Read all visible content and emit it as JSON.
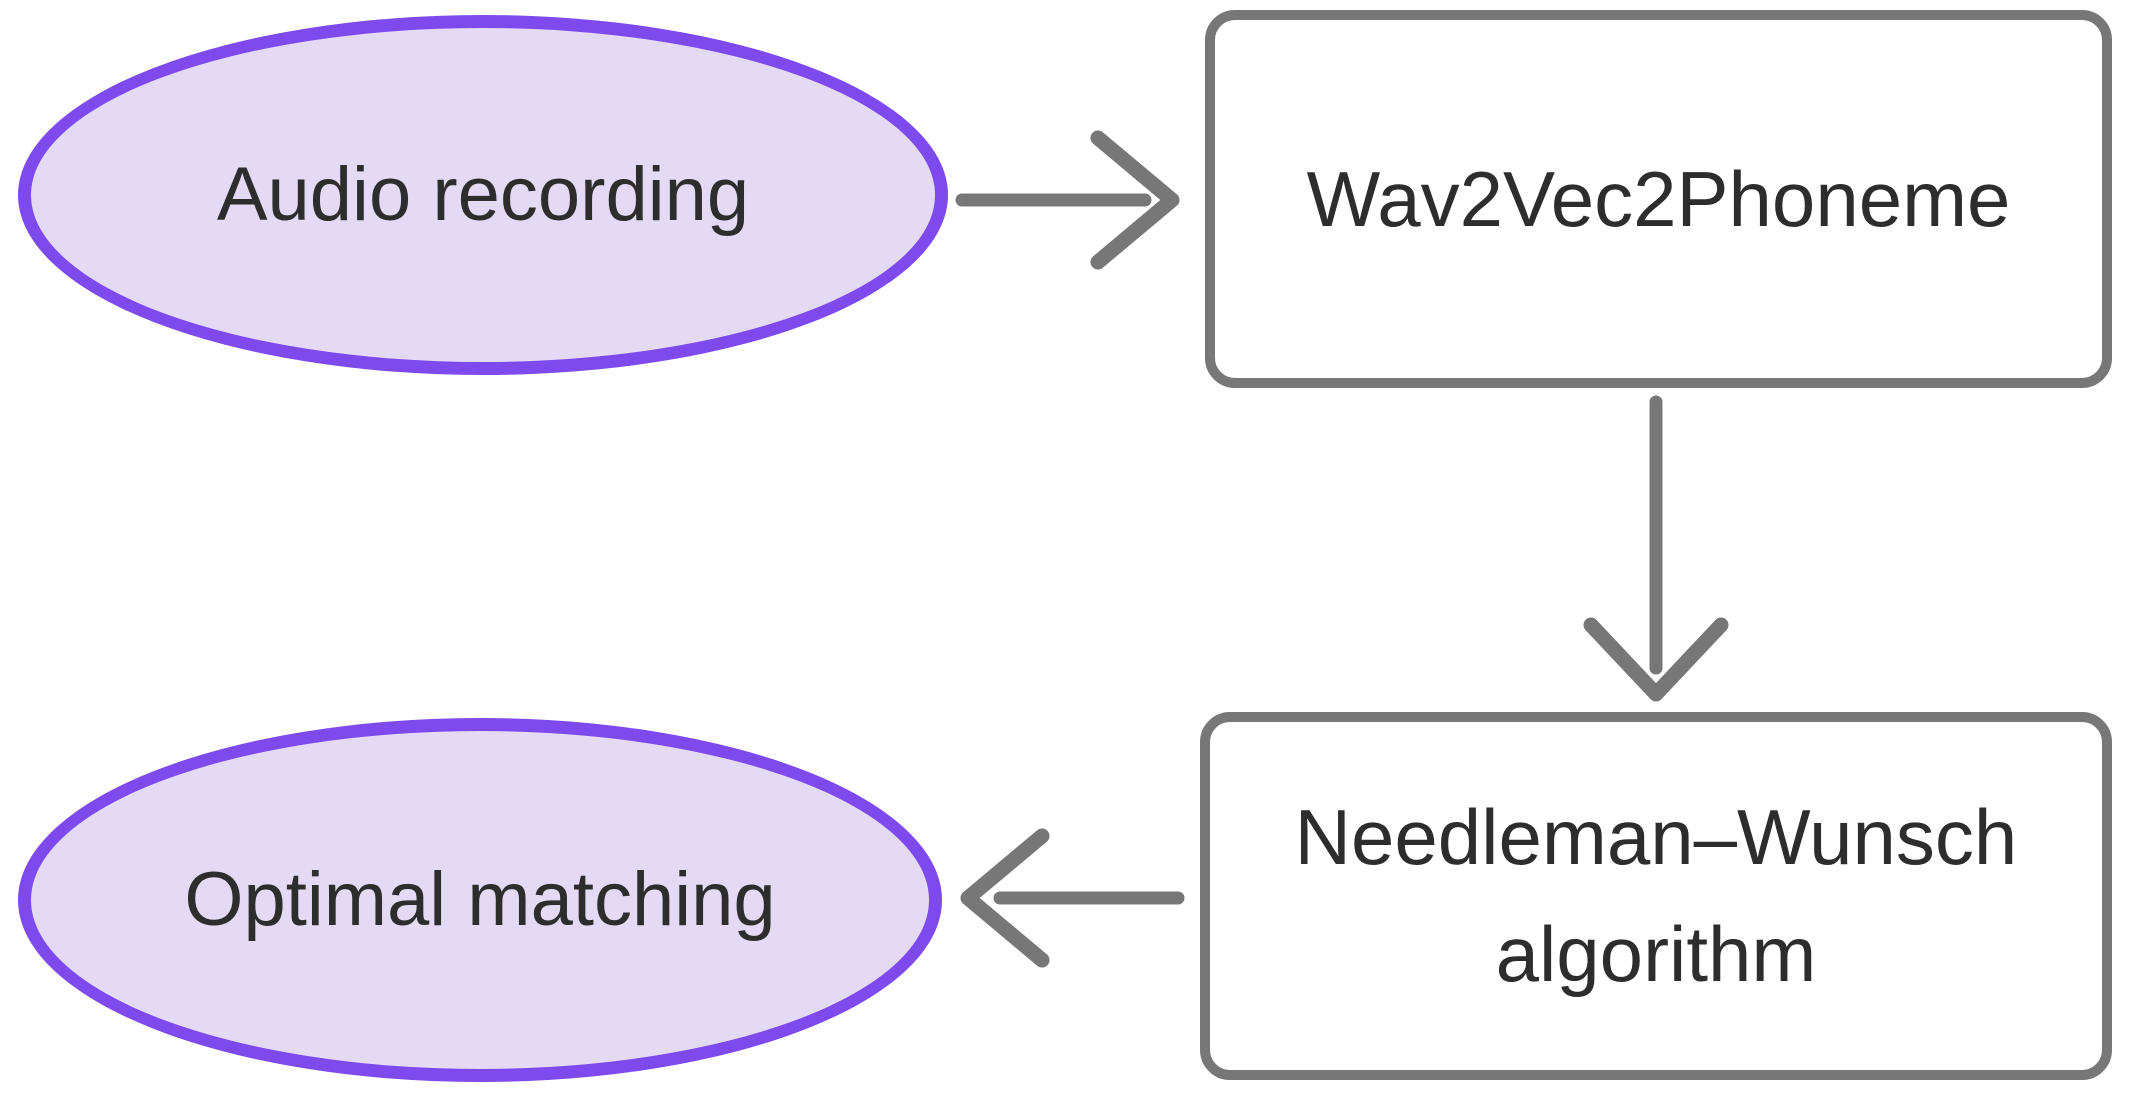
{
  "diagram": {
    "type": "flowchart",
    "nodes": [
      {
        "id": "audio-recording",
        "shape": "ellipse",
        "label": "Audio recording"
      },
      {
        "id": "wav2vec2phoneme",
        "shape": "rounded-rect",
        "label": "Wav2Vec2Phoneme"
      },
      {
        "id": "needleman-wunsch",
        "shape": "rounded-rect",
        "label": "Needleman–Wunsch algorithm"
      },
      {
        "id": "optimal-matching",
        "shape": "ellipse",
        "label": "Optimal matching"
      }
    ],
    "edges": [
      {
        "from": "audio-recording",
        "to": "wav2vec2phoneme",
        "direction": "right"
      },
      {
        "from": "wav2vec2phoneme",
        "to": "needleman-wunsch",
        "direction": "down"
      },
      {
        "from": "needleman-wunsch",
        "to": "optimal-matching",
        "direction": "left"
      }
    ],
    "colors": {
      "node-border-purple": "#7E4AEE",
      "node-fill-lavender": "#E5DAF6",
      "line-gray": "#777777",
      "text-dark": "#2D2D2D",
      "bg": "#FFFFFF"
    }
  }
}
